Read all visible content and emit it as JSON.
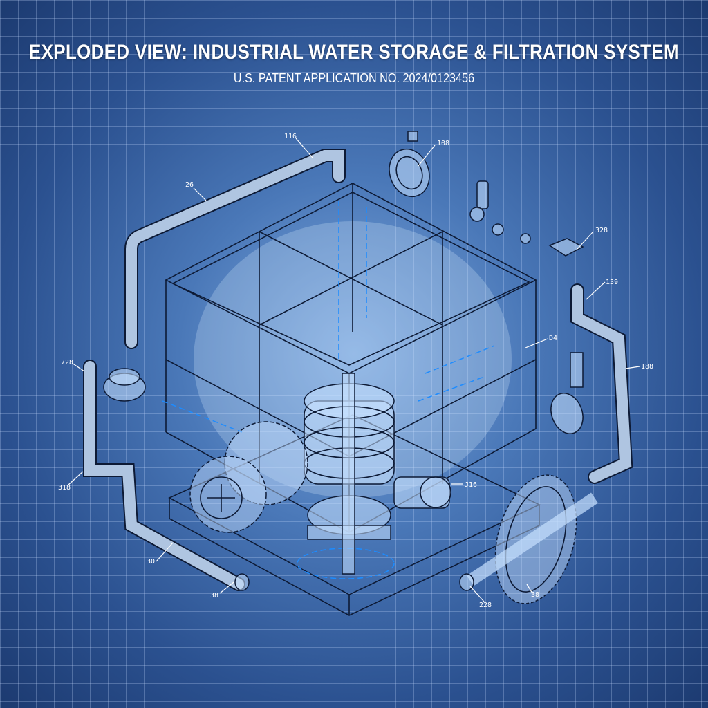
{
  "title": "EXPLODED VIEW: INDUSTRIAL WATER STORAGE & FILTRATION SYSTEM",
  "subtitle": "U.S. PATENT APPLICATION NO. 2024/0123456",
  "callouts": [
    "116",
    "108",
    "26",
    "328",
    "139",
    "D4",
    "188",
    "728",
    "318",
    "30",
    "38",
    "J16",
    "228",
    "38"
  ],
  "colors": {
    "background": "#2b5190",
    "grid": "#c8dcff",
    "lines": "#0d1a35",
    "flow": "#1d8cff"
  }
}
